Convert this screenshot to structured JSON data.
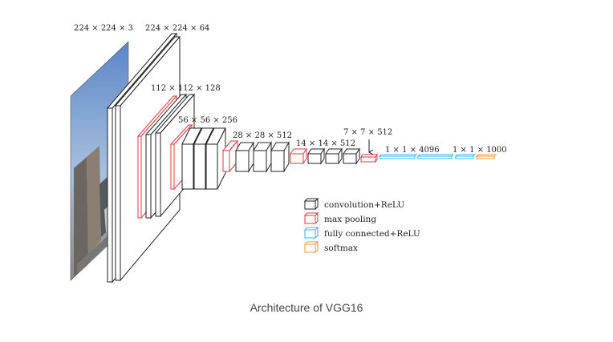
{
  "diagram": {
    "labels": {
      "input": "224 × 224 × 3",
      "conv1": "224 × 224 × 64",
      "conv2": "112 × 112 × 128",
      "conv3": "56 × 56 × 256",
      "conv4": "28 × 28 × 512",
      "conv5": "14 × 14 × 512",
      "pool5": "7 × 7 × 512",
      "fc": "1 × 1 × 4096",
      "softmax": "1 × 1 × 1000"
    },
    "legend": [
      {
        "label": "convolution+ReLU",
        "color": "#222222"
      },
      {
        "label": "max pooling",
        "color": "#e8393f"
      },
      {
        "label": "fully connected+ReLU",
        "color": "#3ab7e8"
      },
      {
        "label": "softmax",
        "color": "#e89a3a"
      }
    ],
    "colors": {
      "conv": "#222222",
      "pool": "#e8393f",
      "fc": "#3ab7e8",
      "softmax": "#e89a3a"
    }
  },
  "caption": "Architecture of VGG16"
}
